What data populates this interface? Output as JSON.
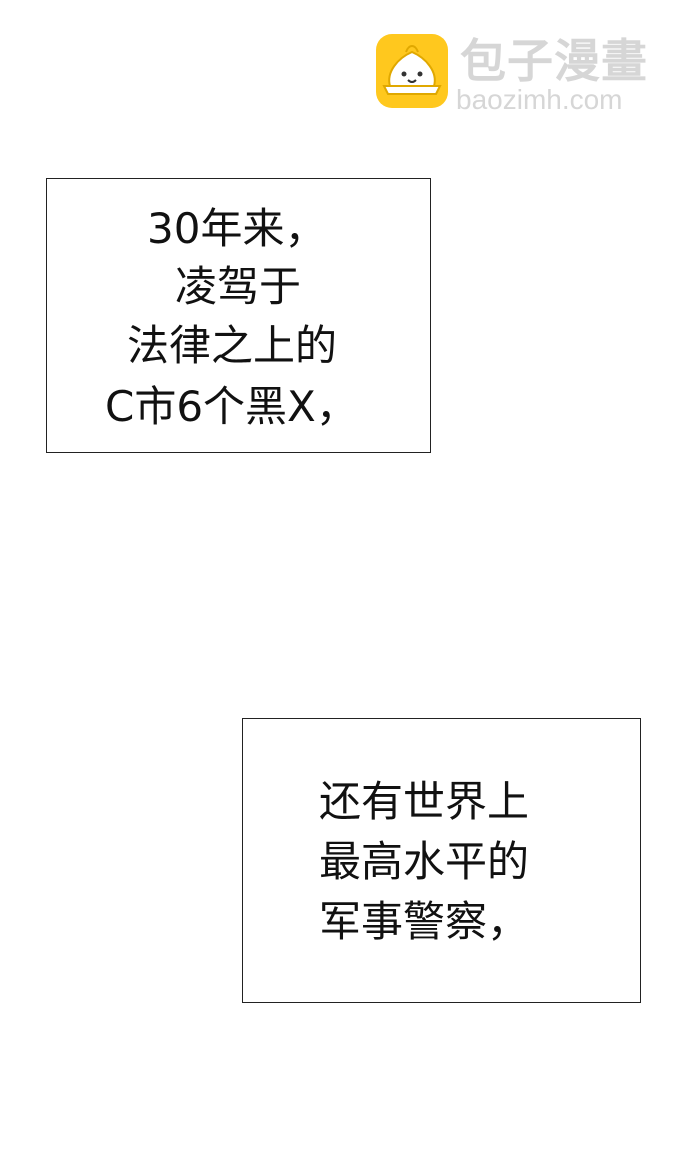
{
  "watermark": {
    "site_name": "包子漫畫",
    "site_url": "baozimh.com",
    "logo_icon": "steamed-bun-mascot-icon",
    "logo_color": "#ffc81e",
    "text_color": "#d6d6d6"
  },
  "captions": [
    {
      "lines": [
        "30年来，",
        "凌驾于",
        "法律之上的",
        "C市6个黑X，"
      ]
    },
    {
      "lines": [
        "还有世界上",
        "最高水平的",
        "军事警察，"
      ]
    }
  ]
}
